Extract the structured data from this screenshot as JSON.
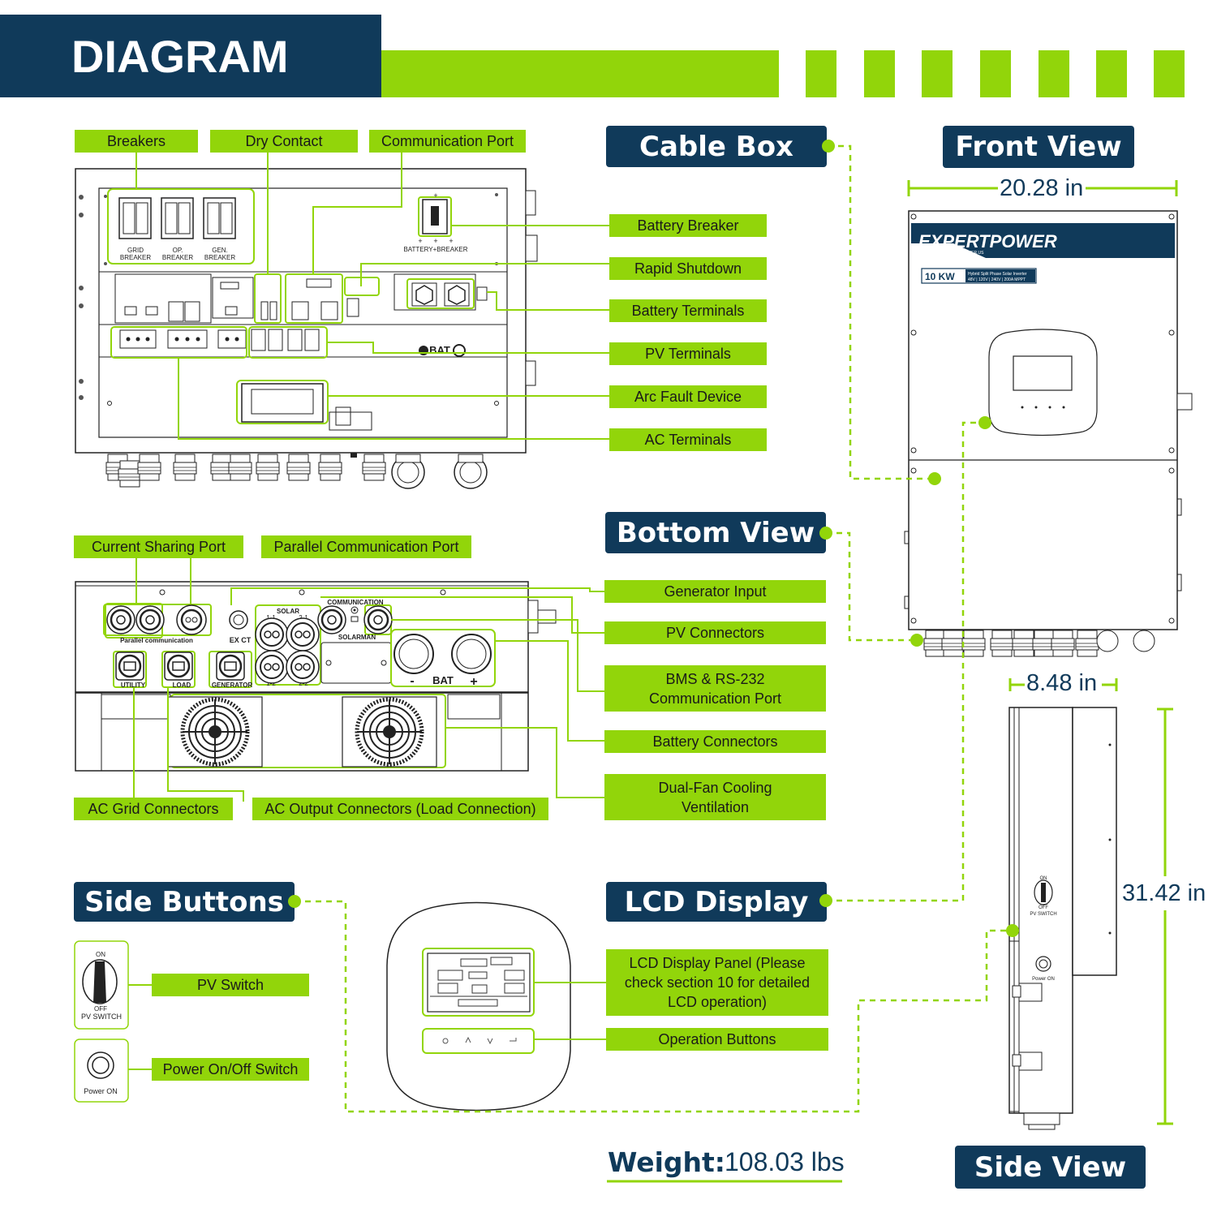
{
  "title": "DIAGRAM",
  "sections": {
    "cable_box": "Cable Box",
    "front_view": "Front View",
    "bottom_view": "Bottom View",
    "side_buttons": "Side Buttons",
    "lcd_display": "LCD Display",
    "side_view": "Side View"
  },
  "cable_box": {
    "top_labels": [
      "Breakers",
      "Dry Contact",
      "Communication Port"
    ],
    "right_labels": [
      "Battery Breaker",
      "Rapid Shutdown",
      "Battery Terminals",
      "PV Terminals",
      "Arc Fault Device",
      "AC Terminals"
    ],
    "breaker_names": [
      "GRID\nBREAKER",
      "OP.\nBREAKER",
      "GEN.\nBREAKER"
    ],
    "battery_breaker_text": "BATTERY+BREAKER",
    "bat_text": "BAT"
  },
  "bottom_view": {
    "top_labels": [
      "Current Sharing Port",
      "Parallel Communication Port"
    ],
    "right_labels": [
      "Generator Input",
      "PV Connectors",
      "BMS & RS-232\nCommunication Port",
      "Battery Connectors",
      "Dual-Fan Cooling\nVentilation"
    ],
    "bottom_labels": [
      "AC Grid Connectors",
      "AC Output Connectors  (Load Connection)"
    ],
    "device_text": {
      "parallel_comm": "Parallel communication",
      "ex_ct": "EX CT",
      "solar": "SOLAR",
      "solar_ports": [
        "1-1",
        "2-1",
        "1-2",
        "2-2"
      ],
      "communication": "COMMUNICATION",
      "solarman": "SOLARMAN",
      "utility": "UTILITY",
      "load": "LOAD",
      "generator": "GENERATOR",
      "bat": "BAT",
      "minus": "-",
      "plus": "+"
    }
  },
  "front_view": {
    "width": "20.28 in",
    "brand": "EXPERTPOWER",
    "brand_url": "WWW.EXPERTPOWER.US",
    "rating": "10 KW",
    "rating_line1": "Hybrid Split Phase Solar Inverter",
    "rating_line2": "48V | 120V | 240V | 200A MPPT"
  },
  "side_view": {
    "depth": "8.48 in",
    "height": "31.42 in",
    "switch_on": "ON",
    "switch_off": "OFF",
    "pv_switch": "PV SWITCH",
    "power_on": "Power ON"
  },
  "side_buttons": {
    "labels": [
      "PV Switch",
      "Power On/Off Switch"
    ],
    "icon_on": "ON",
    "icon_off": "OFF",
    "icon_pv_switch": "PV SWITCH",
    "icon_power_on": "Power ON"
  },
  "lcd_display": {
    "labels": [
      "LCD Display Panel (Please\ncheck section 10 for detailed\nLCD operation)",
      "Operation Buttons"
    ]
  },
  "weight": {
    "label": "Weight:",
    "value": "108.03 lbs"
  },
  "colors": {
    "navy": "#103a5a",
    "green": "#92d50a",
    "line": "#222222"
  }
}
